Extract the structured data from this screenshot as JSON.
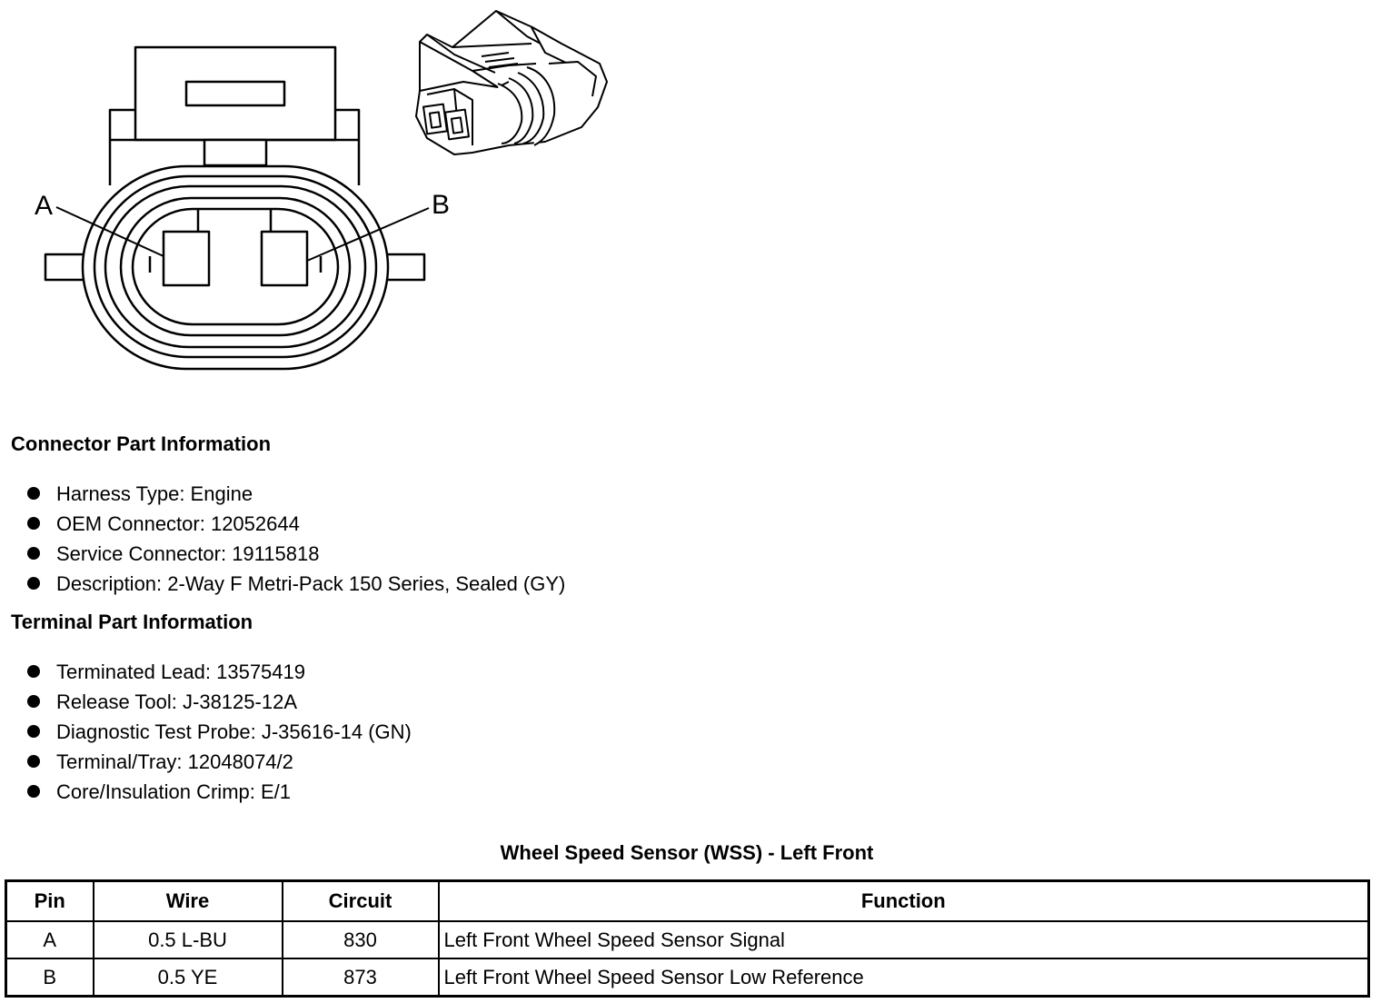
{
  "diagram": {
    "label_a": "A",
    "label_b": "B"
  },
  "connector_info": {
    "title": "Connector Part Information",
    "items": [
      "Harness Type: Engine",
      "OEM Connector: 12052644",
      "Service Connector: 19115818",
      "Description: 2-Way F Metri-Pack 150 Series, Sealed (GY)"
    ]
  },
  "terminal_info": {
    "title": "Terminal Part Information",
    "items": [
      "Terminated Lead: 13575419",
      "Release Tool: J-38125-12A",
      "Diagnostic Test Probe: J-35616-14 (GN)",
      "Terminal/Tray: 12048074/2",
      "Core/Insulation Crimp: E/1"
    ]
  },
  "pin_table": {
    "caption": "Wheel Speed Sensor (WSS) - Left Front",
    "headers": [
      "Pin",
      "Wire",
      "Circuit",
      "Function"
    ],
    "rows": [
      [
        "A",
        "0.5 L-BU",
        "830",
        "Left Front Wheel Speed Sensor Signal"
      ],
      [
        "B",
        "0.5 YE",
        "873",
        "Left Front Wheel Speed Sensor Low Reference"
      ]
    ]
  }
}
